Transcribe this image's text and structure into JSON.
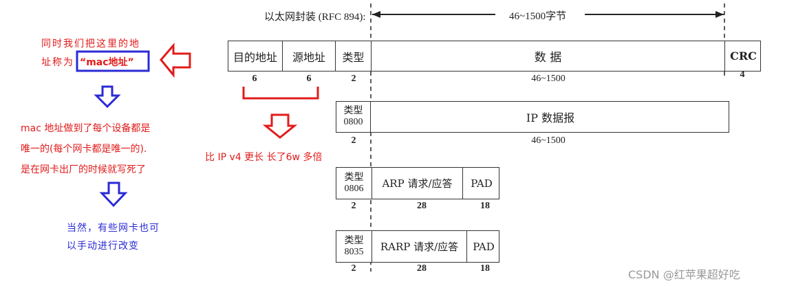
{
  "header": {
    "label": "以太网封装 (RFC 894):",
    "span": "46~1500字节"
  },
  "ethernet_frame": {
    "fields": [
      "目的地址",
      "源地址",
      "类型",
      "数 据",
      "CRC"
    ],
    "sizes": [
      "6",
      "6",
      "2",
      "46~1500",
      "4"
    ]
  },
  "ip_frame": {
    "type_top": "类型",
    "type_code": "0800",
    "payload": "IP 数据报",
    "sizes": [
      "2",
      "46~1500"
    ]
  },
  "arp_frame": {
    "type_top": "类型",
    "type_code": "0806",
    "payload": "ARP 请求/应答",
    "pad": "PAD",
    "sizes": [
      "2",
      "28",
      "18"
    ]
  },
  "rarp_frame": {
    "type_top": "类型",
    "type_code": "8035",
    "payload": "RARP 请求/应答",
    "pad": "PAD",
    "sizes": [
      "2",
      "28",
      "18"
    ]
  },
  "annotations": {
    "mac_note_line1": "同时我们把这里的地",
    "mac_note_line2_prefix": "址称为",
    "mac_note_boxed": "“mac地址”",
    "mac_facts": [
      "mac 地址做到了每个设备都是",
      "唯一的(每个网卡都是唯一的).",
      "是在网卡出厂的时候就写死了"
    ],
    "change_note": [
      "当然，有些网卡也可",
      "以手动进行改变"
    ],
    "ipv4_compare": "比 IP v4 更长 长了6w 多倍"
  },
  "watermark": "CSDN @红苹果超好吃",
  "colors": {
    "annotation_red": "#e21b1b",
    "annotation_blue": "#2a2ad6",
    "outline": "#333333"
  }
}
